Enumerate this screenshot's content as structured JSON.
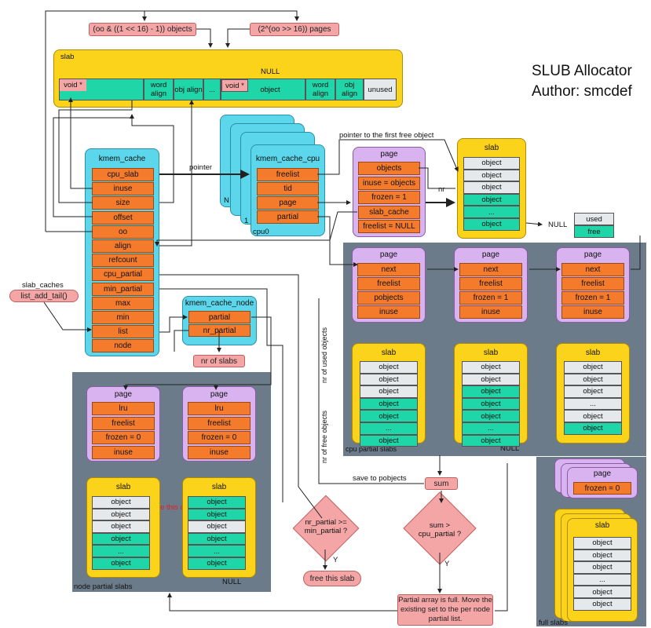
{
  "header": {
    "title": "SLUB Allocator",
    "author": "Author: smcdef"
  },
  "top_labels": {
    "objects_formula": "(oo & ((1 << 16) - 1)) objects",
    "pages_formula": "(2^(oo >> 16)) pages"
  },
  "slab_top": {
    "label": "slab",
    "null": "NULL",
    "cells": [
      "void *",
      "object",
      "word align",
      "obj align",
      "...",
      "void *",
      "object",
      "word align",
      "obj align",
      "unused"
    ]
  },
  "kmem_cache": {
    "title": "kmem_cache",
    "fields": [
      "cpu_slab",
      "inuse",
      "size",
      "offset",
      "oo",
      "align",
      "refcount",
      "cpu_partial",
      "min_partial",
      "max",
      "min",
      "list",
      "node"
    ]
  },
  "slab_caches": {
    "label": "slab_caches",
    "fn": "list_add_tail()"
  },
  "kmem_cache_cpu": {
    "title": "kmem_cache_cpu",
    "fields": [
      "freelist",
      "tid",
      "page",
      "partial"
    ],
    "cpu_label": "cpu0",
    "stack_n": "N",
    "stack_1": "1",
    "pointer": "pointer"
  },
  "cpu_page": {
    "title": "page",
    "fields": [
      "objects",
      "inuse = objects",
      "frozen = 1",
      "slab_cache",
      "freelist = NULL"
    ],
    "first_free": "pointer to the first free object",
    "nr": "nr"
  },
  "cpu_slab": {
    "title": "slab",
    "rows": [
      "object",
      "object",
      "object",
      "object",
      "...",
      "object"
    ],
    "kinds": [
      "used",
      "used",
      "used",
      "free",
      "free",
      "free"
    ],
    "null": "NULL"
  },
  "legend": {
    "used": "used",
    "free": "free"
  },
  "kmem_cache_node": {
    "title": "kmem_cache_node",
    "fields": [
      "partial",
      "nr_partial"
    ],
    "nr_slabs": "nr of slabs"
  },
  "cpu_partial_pages": [
    {
      "title": "page",
      "fields": [
        "next",
        "freelist",
        "pobjects",
        "inuse"
      ]
    },
    {
      "title": "page",
      "fields": [
        "next",
        "freelist",
        "frozen = 1",
        "inuse"
      ]
    },
    {
      "title": "page",
      "fields": [
        "next",
        "freelist",
        "frozen = 1",
        "inuse"
      ]
    }
  ],
  "cpu_partial_slabs": [
    {
      "title": "slab",
      "rows": [
        "object",
        "object",
        "object",
        "object",
        "object",
        "...",
        "object"
      ],
      "kinds": [
        "used",
        "used",
        "used",
        "free",
        "free",
        "free",
        "free"
      ]
    },
    {
      "title": "slab",
      "rows": [
        "object",
        "object",
        "object",
        "object",
        "object",
        "...",
        "object"
      ],
      "kinds": [
        "used",
        "used",
        "free",
        "free",
        "free",
        "free",
        "free"
      ]
    },
    {
      "title": "slab",
      "rows": [
        "object",
        "object",
        "object",
        "...",
        "object",
        "object"
      ],
      "kinds": [
        "used",
        "used",
        "used",
        "used",
        "used",
        "free"
      ]
    }
  ],
  "cpu_partial_labels": {
    "region": "cpu partial slabs",
    "nr_used": "nr of used objects",
    "nr_free": "nr of free objects",
    "null": "NULL",
    "save": "save to pobjects",
    "sum": "sum"
  },
  "node_partial_pages": [
    {
      "title": "page",
      "fields": [
        "lru",
        "freelist",
        "frozen = 0",
        "inuse"
      ]
    },
    {
      "title": "page",
      "fields": [
        "lru",
        "freelist",
        "frozen = 0",
        "inuse"
      ]
    }
  ],
  "node_partial_slabs": [
    {
      "title": "slab",
      "rows": [
        "object",
        "object",
        "object",
        "object",
        "...",
        "object"
      ],
      "kinds": [
        "used",
        "used",
        "used",
        "free",
        "free",
        "free"
      ]
    },
    {
      "title": "slab",
      "rows": [
        "object",
        "object",
        "object",
        "object",
        "...",
        "object"
      ],
      "kinds": [
        "free",
        "free",
        "used",
        "free",
        "free",
        "free"
      ]
    }
  ],
  "node_partial_labels": {
    "region": "node partial slabs",
    "null": "NULL",
    "free_obj": "free this object"
  },
  "decisions": {
    "nr_partial": "nr_partial >= min_partial ?",
    "y1": "Y",
    "free_slab": "free this slab",
    "sum_cmp": "sum > cpu_partial ?",
    "y2": "Y",
    "note": "Partial array is full. Move the existing set to the per node partial list."
  },
  "full_slabs": {
    "page_title": "page",
    "page_field": "frozen = 0",
    "slab_title": "slab",
    "rows": [
      "object",
      "object",
      "object",
      "...",
      "object",
      "object"
    ],
    "region": "full slabs"
  }
}
